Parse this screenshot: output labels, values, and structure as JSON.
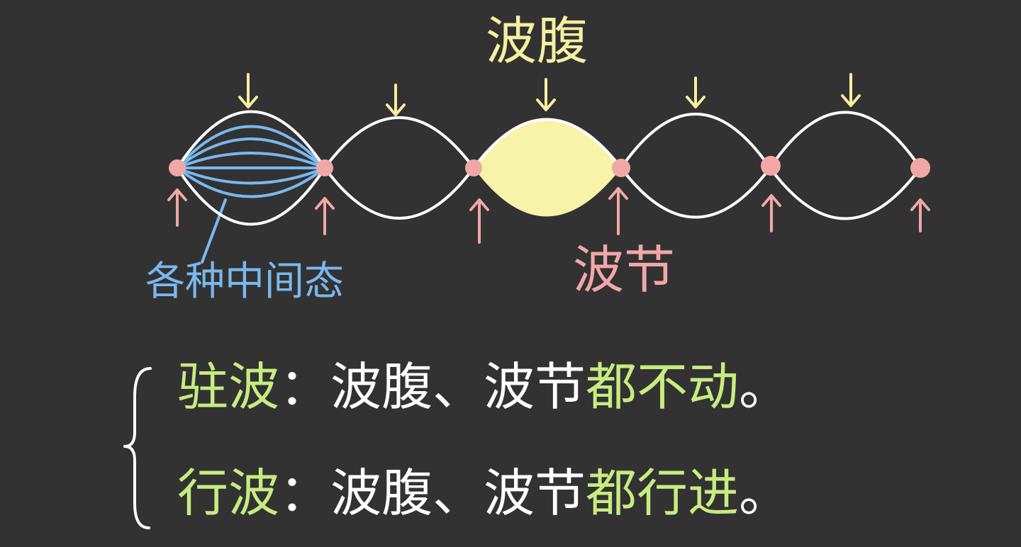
{
  "labels": {
    "antinode": "波腹",
    "node": "波节",
    "intermediate_states": "各种中间态"
  },
  "rows": {
    "standing": {
      "term": "驻波",
      "colon": "：",
      "subject": "波腹、波节",
      "predicate": "都不动",
      "period": "。"
    },
    "traveling": {
      "term": "行波",
      "colon": "：",
      "subject": "波腹、波节",
      "predicate": "都行进",
      "period": "。"
    }
  },
  "colors": {
    "background": "#323232",
    "wave": "#ffffff",
    "antinode": "#f5f0a0",
    "antinode_fill": "#f7f3a8",
    "node": "#f2a7a7",
    "intermediate": "#7ab8ee",
    "highlight": "#c6ec80",
    "text": "#ffffff"
  },
  "icons": {
    "antinode_marker": "down-arrow-icon",
    "node_marker": "up-arrow-icon",
    "brace": "left-brace-icon"
  }
}
